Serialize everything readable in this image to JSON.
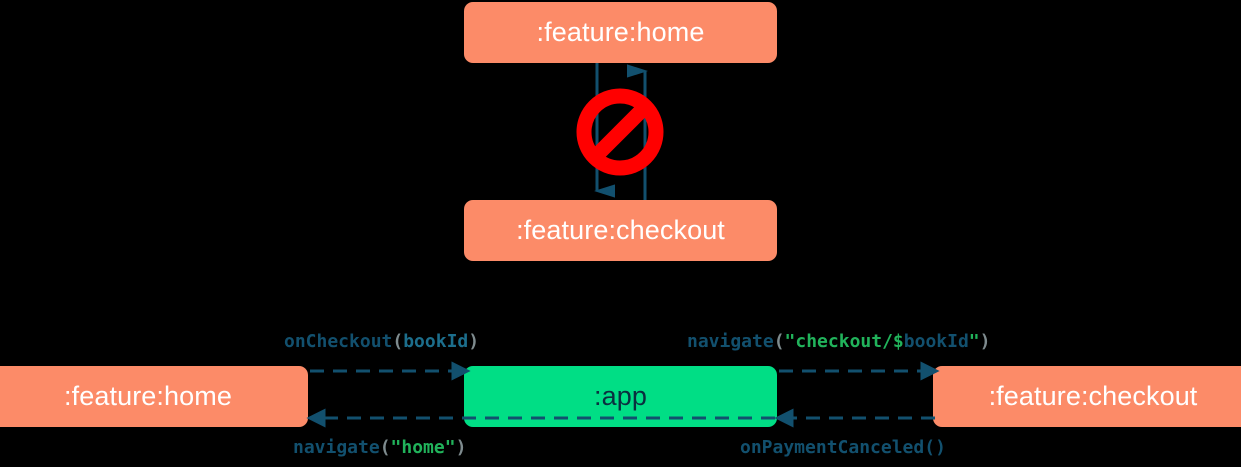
{
  "diagram": {
    "title": "Module navigation diagram",
    "background_color": "#000000",
    "colors": {
      "module_feature": "#FC8B68",
      "module_app": "#00DE85",
      "arrow": "#12506E",
      "forbidden": "#FF0000",
      "module_feature_text": "#FFFFFF",
      "module_app_text": "#0A2F3F",
      "code_function": "#12506E",
      "code_identifier": "#1C6E8C",
      "code_paren": "#7E8B8E",
      "code_string": "#21B35B"
    },
    "top_group": {
      "nodes": [
        {
          "id": "home-top",
          "label": ":feature:home",
          "style": "salmon"
        },
        {
          "id": "checkout-top",
          "label": ":feature:checkout",
          "style": "salmon"
        }
      ],
      "edges": [
        {
          "from": "home-top",
          "to": "checkout-top",
          "direction": "down",
          "style": "solid",
          "label": ""
        },
        {
          "from": "checkout-top",
          "to": "home-top",
          "direction": "up",
          "style": "solid",
          "label": ""
        }
      ],
      "annotation": {
        "icon": "forbidden-icon",
        "meaning": "not allowed"
      }
    },
    "bottom_group": {
      "nodes": [
        {
          "id": "home-bottom",
          "label": ":feature:home",
          "style": "salmon"
        },
        {
          "id": "app",
          "label": ":app",
          "style": "green"
        },
        {
          "id": "checkout-bottom",
          "label": ":feature:checkout",
          "style": "salmon"
        }
      ],
      "edges": [
        {
          "id": "home-to-app",
          "from": "home-bottom",
          "to": "app",
          "direction": "right",
          "style": "dashed",
          "label_position": "above",
          "label_plain": "onCheckout(bookId)",
          "label_tokens": [
            {
              "text": "onCheckout",
              "type": "fn"
            },
            {
              "text": "(",
              "type": "paren"
            },
            {
              "text": "bookId",
              "type": "ident"
            },
            {
              "text": ")",
              "type": "paren"
            }
          ]
        },
        {
          "id": "app-to-home",
          "from": "app",
          "to": "home-bottom",
          "direction": "left",
          "style": "dashed",
          "label_position": "below",
          "label_plain": "navigate(\"home\")",
          "label_tokens": [
            {
              "text": "navigate",
              "type": "fn"
            },
            {
              "text": "(",
              "type": "paren"
            },
            {
              "text": "\"home\"",
              "type": "str"
            },
            {
              "text": ")",
              "type": "paren"
            }
          ]
        },
        {
          "id": "app-to-checkout",
          "from": "app",
          "to": "checkout-bottom",
          "direction": "right",
          "style": "dashed",
          "label_position": "above",
          "label_plain": "navigate(\"checkout/$bookId\")",
          "label_tokens": [
            {
              "text": "navigate",
              "type": "fn"
            },
            {
              "text": "(",
              "type": "paren"
            },
            {
              "text": "\"checkout/$",
              "type": "str"
            },
            {
              "text": "bookId",
              "type": "var"
            },
            {
              "text": "\"",
              "type": "str"
            },
            {
              "text": ")",
              "type": "paren"
            }
          ]
        },
        {
          "id": "checkout-to-app",
          "from": "checkout-bottom",
          "to": "app",
          "direction": "left",
          "style": "dashed",
          "label_position": "below",
          "label_plain": "onPaymentCanceled()",
          "label_tokens": [
            {
              "text": "onPaymentCanceled()",
              "type": "fn"
            }
          ]
        }
      ]
    }
  }
}
